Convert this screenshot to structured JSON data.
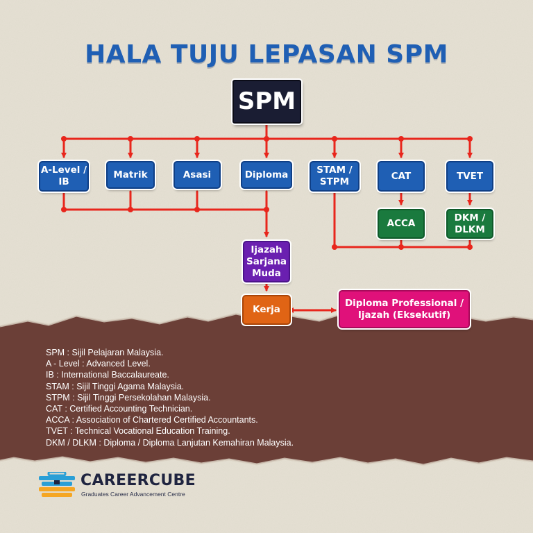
{
  "title": "HALA TUJU LEPASAN SPM",
  "nodes": {
    "spm": "SPM",
    "alevel_1": "A-Level /",
    "alevel_2": "IB",
    "matrik": "Matrik",
    "asasi": "Asasi",
    "diploma": "Diploma",
    "stam_1": "STAM /",
    "stam_2": "STPM",
    "cat": "CAT",
    "tvet": "TVET",
    "acca": "ACCA",
    "dkm_1": "DKM /",
    "dkm_2": "DLKM",
    "ijazah_1": "Ijazah",
    "ijazah_2": "Sarjana",
    "ijazah_3": "Muda",
    "kerja": "Kerja",
    "dipro_1": "Diploma Professional /",
    "dipro_2": "Ijazah (Eksekutif)"
  },
  "legend": [
    "SPM : Sijil Pelajaran Malaysia.",
    "A - Level : Advanced Level.",
    "IB : International Baccalaureate.",
    "STAM : Sijil Tinggi Agama Malaysia.",
    "STPM : Sijil Tinggi Persekolahan Malaysia.",
    "CAT : Certified Accounting Technician.",
    "ACCA : Association of Chartered Certified Accountants.",
    "TVET : Technical Vocational Education Training.",
    "DKM / DLKM : Diploma / Diploma Lanjutan Kemahiran Malaysia."
  ],
  "brand": {
    "name": "CAREERCUBE",
    "tagline": "Graduates Career Advancement Centre"
  },
  "colors": {
    "title": "#1f5fb4",
    "connector": "#e8261c",
    "spm_box": "#1a1d33",
    "blue_box": "#1f5fb4",
    "green_box": "#1a7a3e",
    "purple_box": "#6a1fb0",
    "orange_box": "#e06415",
    "pink_box": "#e0117a",
    "background": "#e6e1d4",
    "torn_band": "#6b3f37"
  }
}
